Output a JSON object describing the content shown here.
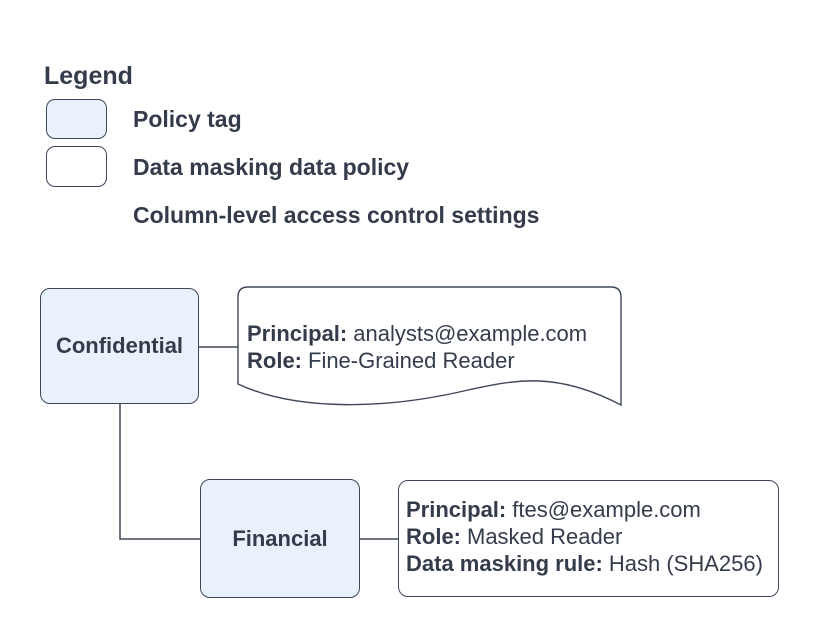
{
  "legend": {
    "title": "Legend",
    "items": [
      {
        "label": "Policy tag"
      },
      {
        "label": "Data masking data policy"
      },
      {
        "label": "Column-level access control settings"
      }
    ]
  },
  "nodes": {
    "confidential": {
      "label": "Confidential"
    },
    "financial": {
      "label": "Financial"
    }
  },
  "callouts": {
    "confidential_access": {
      "lines": [
        {
          "key": "Principal:",
          "value": "analysts@example.com"
        },
        {
          "key": "Role:",
          "value": "Fine-Grained Reader"
        }
      ]
    },
    "financial_policy": {
      "lines": [
        {
          "key": "Principal:",
          "value": "ftes@example.com"
        },
        {
          "key": "Role:",
          "value": "Masked Reader"
        },
        {
          "key": "Data masking rule:",
          "value": "Hash (SHA256)"
        }
      ]
    }
  },
  "colors": {
    "policy_tag_fill": "#e9f1fd",
    "shape_fill": "#ffffff",
    "stroke": "#3e4757",
    "text": "#343c4b",
    "background": "#ffffff"
  }
}
